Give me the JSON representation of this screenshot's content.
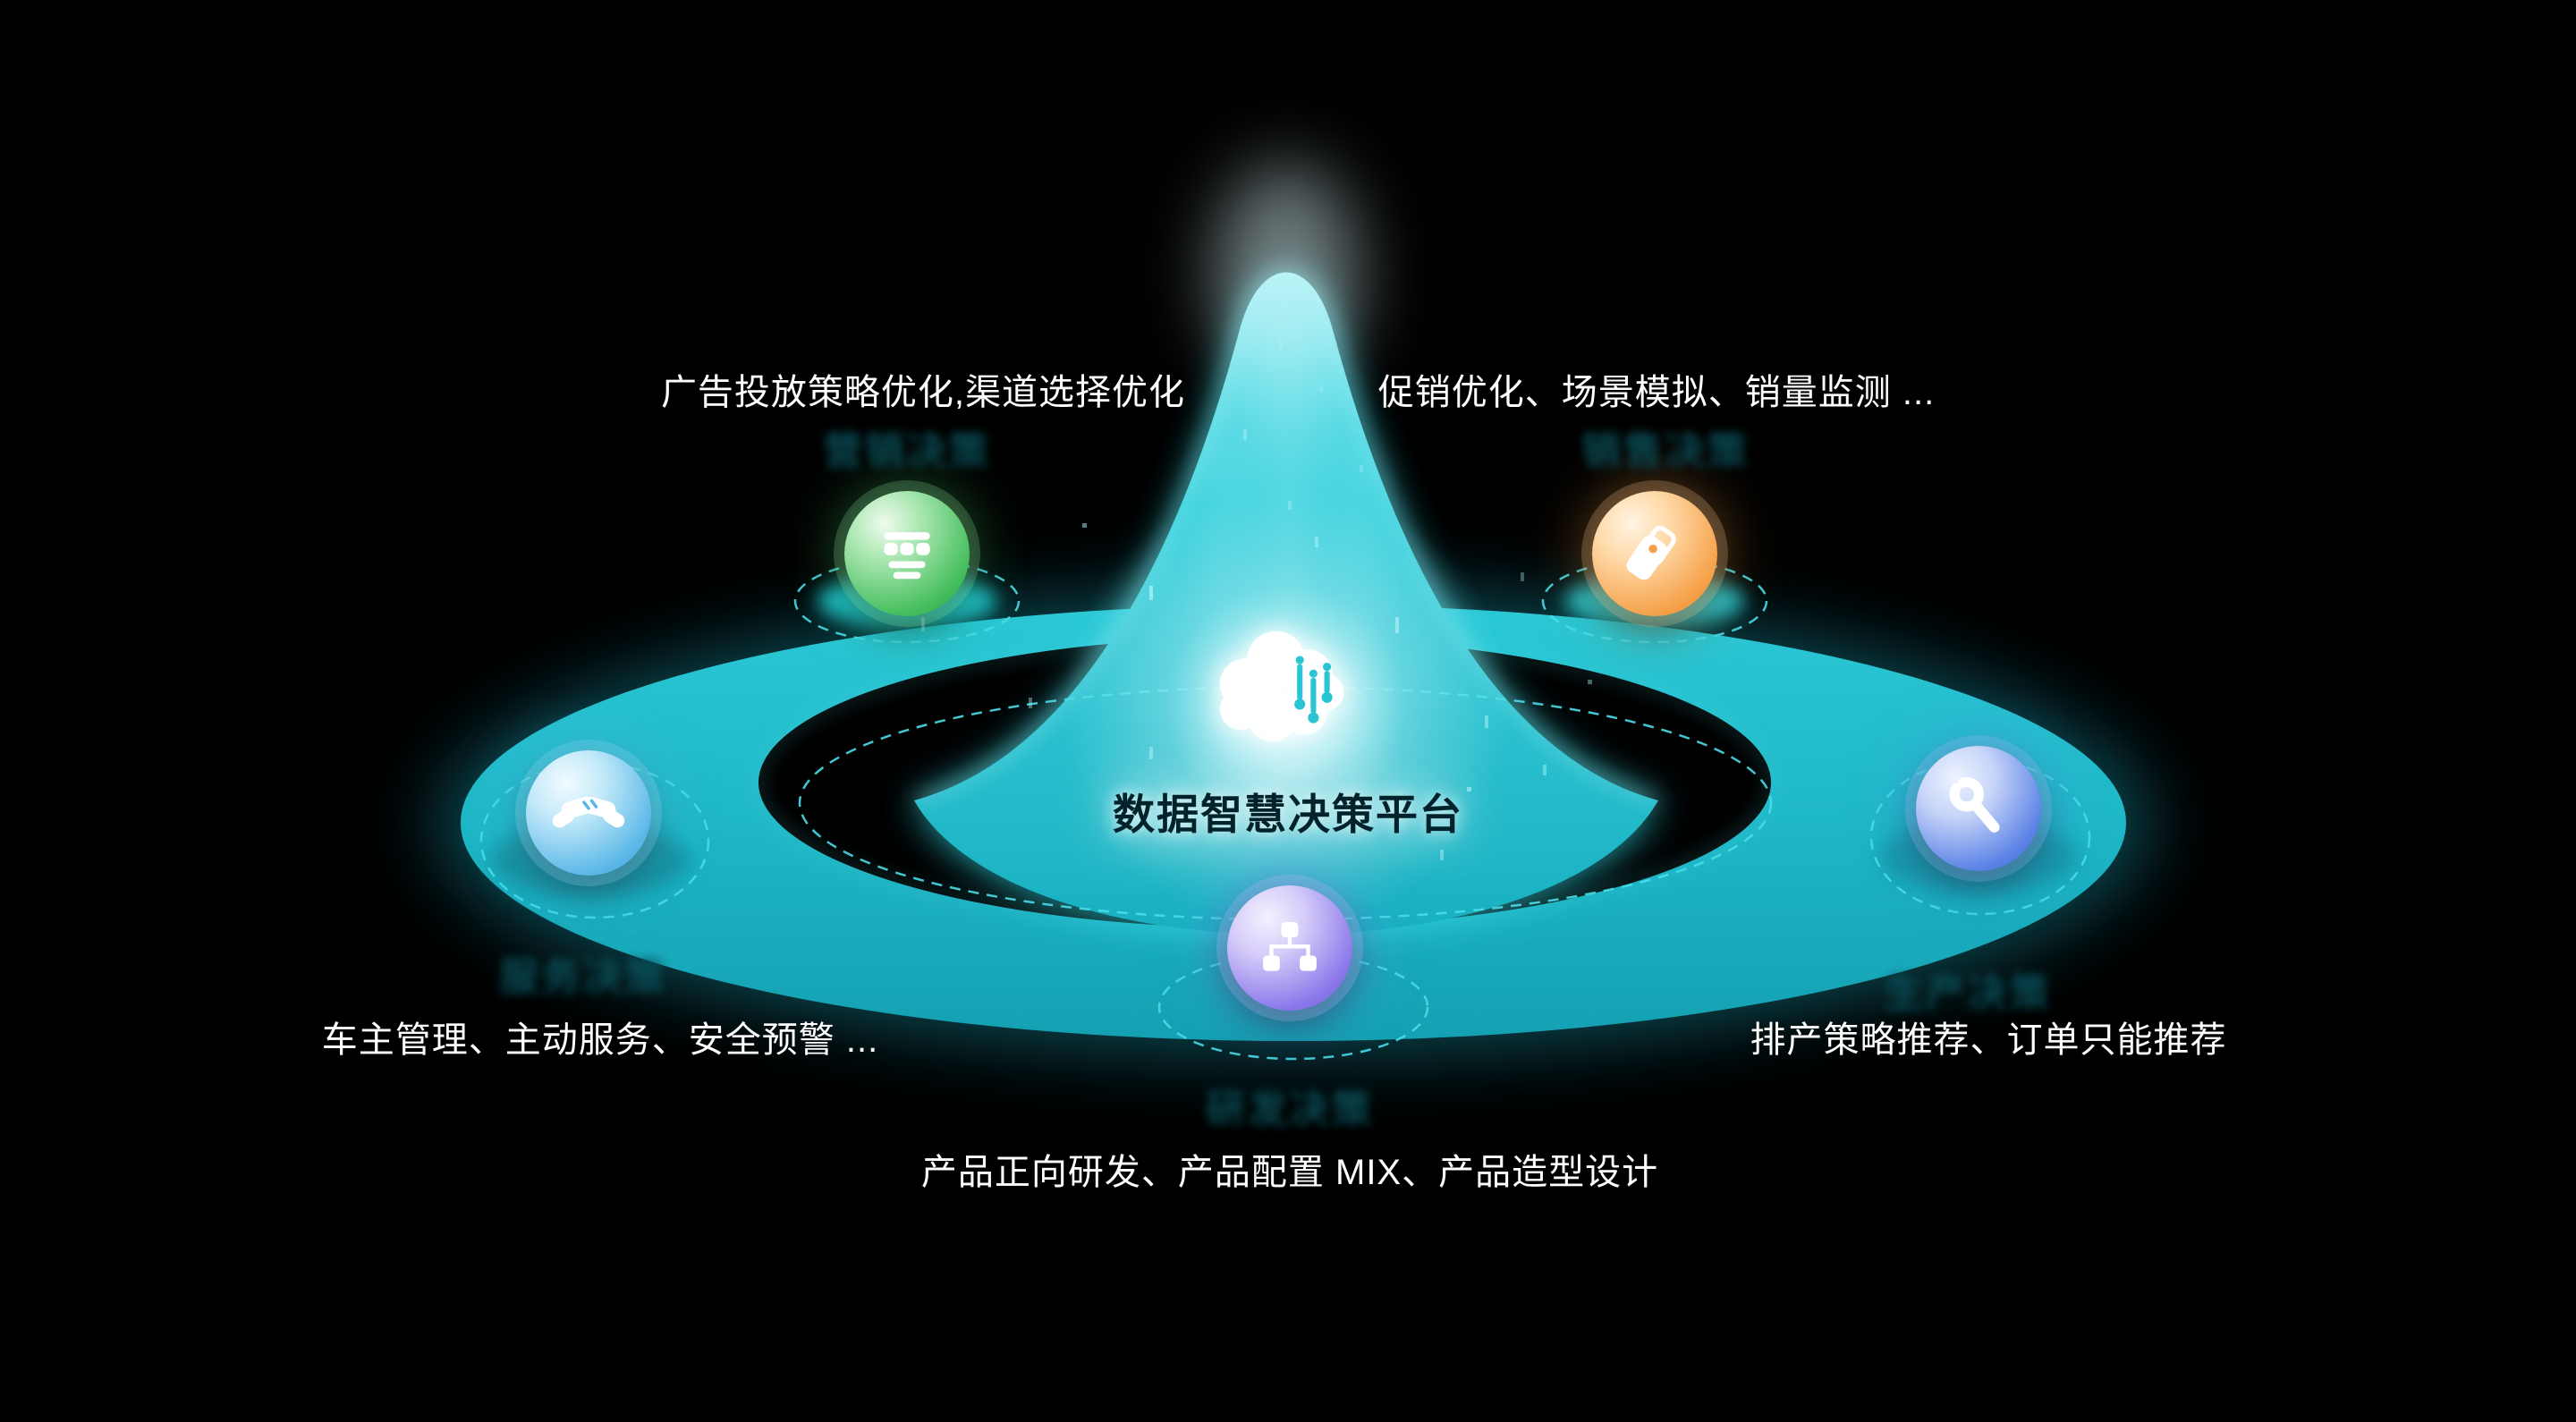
{
  "page": {
    "background_color": "#000000",
    "accent_color": "#1fbccb"
  },
  "center": {
    "title": "数据智慧决策平台",
    "icon": "brain-circuit-icon"
  },
  "nodes": [
    {
      "id": "marketing",
      "ghost_label": "营销决策",
      "description": "广告投放策略优化,渠道选择优化",
      "icon": "storefront-icon",
      "color": "#43bd5b"
    },
    {
      "id": "sales",
      "ghost_label": "销售决策",
      "description": "促销优化、场景模拟、销量监测 ...",
      "icon": "price-tags-icon",
      "color": "#f5a149"
    },
    {
      "id": "service",
      "ghost_label": "服务决策",
      "description": "车主管理、主动服务、安全预警 ...",
      "icon": "handshake-icon",
      "color": "#5cb8e8"
    },
    {
      "id": "production",
      "ghost_label": "生产决策",
      "description": "排产策略推荐、订单只能推荐",
      "icon": "wrench-icon",
      "color": "#5b82e6"
    },
    {
      "id": "rnd",
      "ghost_label": "研发决策",
      "description": "产品正向研发、产品配置 MIX、产品造型设计",
      "icon": "org-hierarchy-icon",
      "color": "#8a77ea"
    }
  ]
}
